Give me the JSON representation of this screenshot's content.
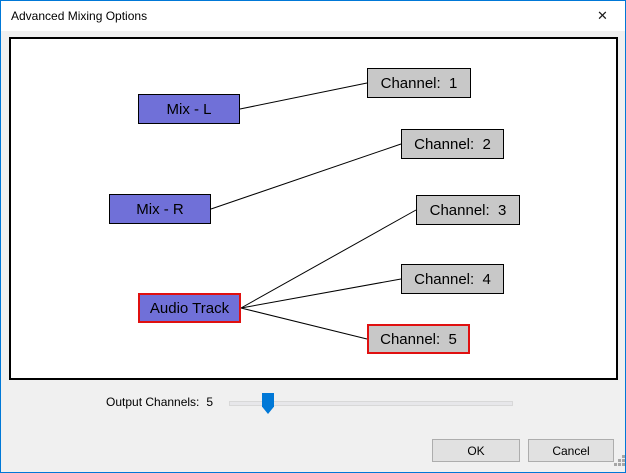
{
  "window": {
    "title": "Advanced Mixing Options",
    "close_icon": "✕"
  },
  "diagram": {
    "tracks": [
      {
        "label": "Mix - L",
        "selected": false
      },
      {
        "label": "Mix - R",
        "selected": false
      },
      {
        "label": "Audio Track",
        "selected": true
      }
    ],
    "channels": [
      {
        "label": "Channel:  1",
        "selected": false
      },
      {
        "label": "Channel:  2",
        "selected": false
      },
      {
        "label": "Channel:  3",
        "selected": false
      },
      {
        "label": "Channel:  4",
        "selected": false
      },
      {
        "label": "Channel:  5",
        "selected": true
      }
    ],
    "connections": [
      {
        "from": "Mix - L",
        "to": "Channel: 1"
      },
      {
        "from": "Mix - R",
        "to": "Channel: 2"
      },
      {
        "from": "Audio Track",
        "to": "Channel: 3"
      },
      {
        "from": "Audio Track",
        "to": "Channel: 4"
      },
      {
        "from": "Audio Track",
        "to": "Channel: 5"
      }
    ]
  },
  "controls": {
    "output_channels_label": "Output Channels:",
    "output_channels_value": "5",
    "slider_percent": 14
  },
  "buttons": {
    "ok": "OK",
    "cancel": "Cancel"
  },
  "colors": {
    "window_border": "#0078d7",
    "track_fill": "#7070d8",
    "channel_fill": "#c8c8c8",
    "selected_border": "#e01010",
    "slider_thumb": "#0078d7"
  }
}
